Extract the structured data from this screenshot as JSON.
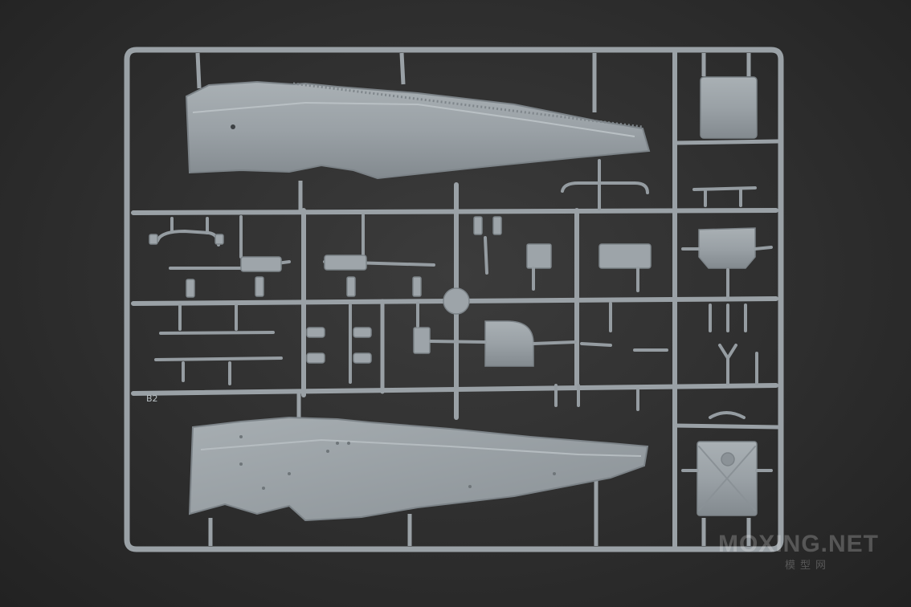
{
  "photo": {
    "subject": "sprue-frame",
    "sprue_code": "B2"
  },
  "watermark": {
    "main": "MOXING.NET",
    "sub": "模型网"
  }
}
